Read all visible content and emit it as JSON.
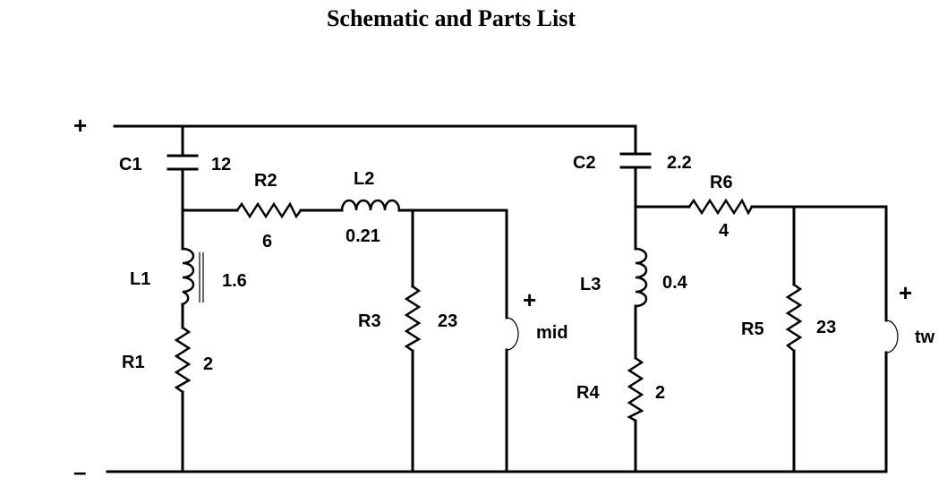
{
  "title": "Schematic and Parts List",
  "terminals": {
    "positive": "+",
    "negative": "–"
  },
  "components": {
    "C1": {
      "designator": "C1",
      "value": "12"
    },
    "C2": {
      "designator": "C2",
      "value": "2.2"
    },
    "L1": {
      "designator": "L1",
      "value": "1.6"
    },
    "L2": {
      "designator": "L2",
      "value": "0.21"
    },
    "L3": {
      "designator": "L3",
      "value": "0.4"
    },
    "R1": {
      "designator": "R1",
      "value": "2"
    },
    "R2": {
      "designator": "R2",
      "value": "6"
    },
    "R3": {
      "designator": "R3",
      "value": "23"
    },
    "R4": {
      "designator": "R4",
      "value": "2"
    },
    "R5": {
      "designator": "R5",
      "value": "23"
    },
    "R6": {
      "designator": "R6",
      "value": "4"
    }
  },
  "drivers": {
    "mid": {
      "label": "mid",
      "polarity": "+"
    },
    "tw": {
      "label": "tw",
      "polarity": "+"
    }
  }
}
